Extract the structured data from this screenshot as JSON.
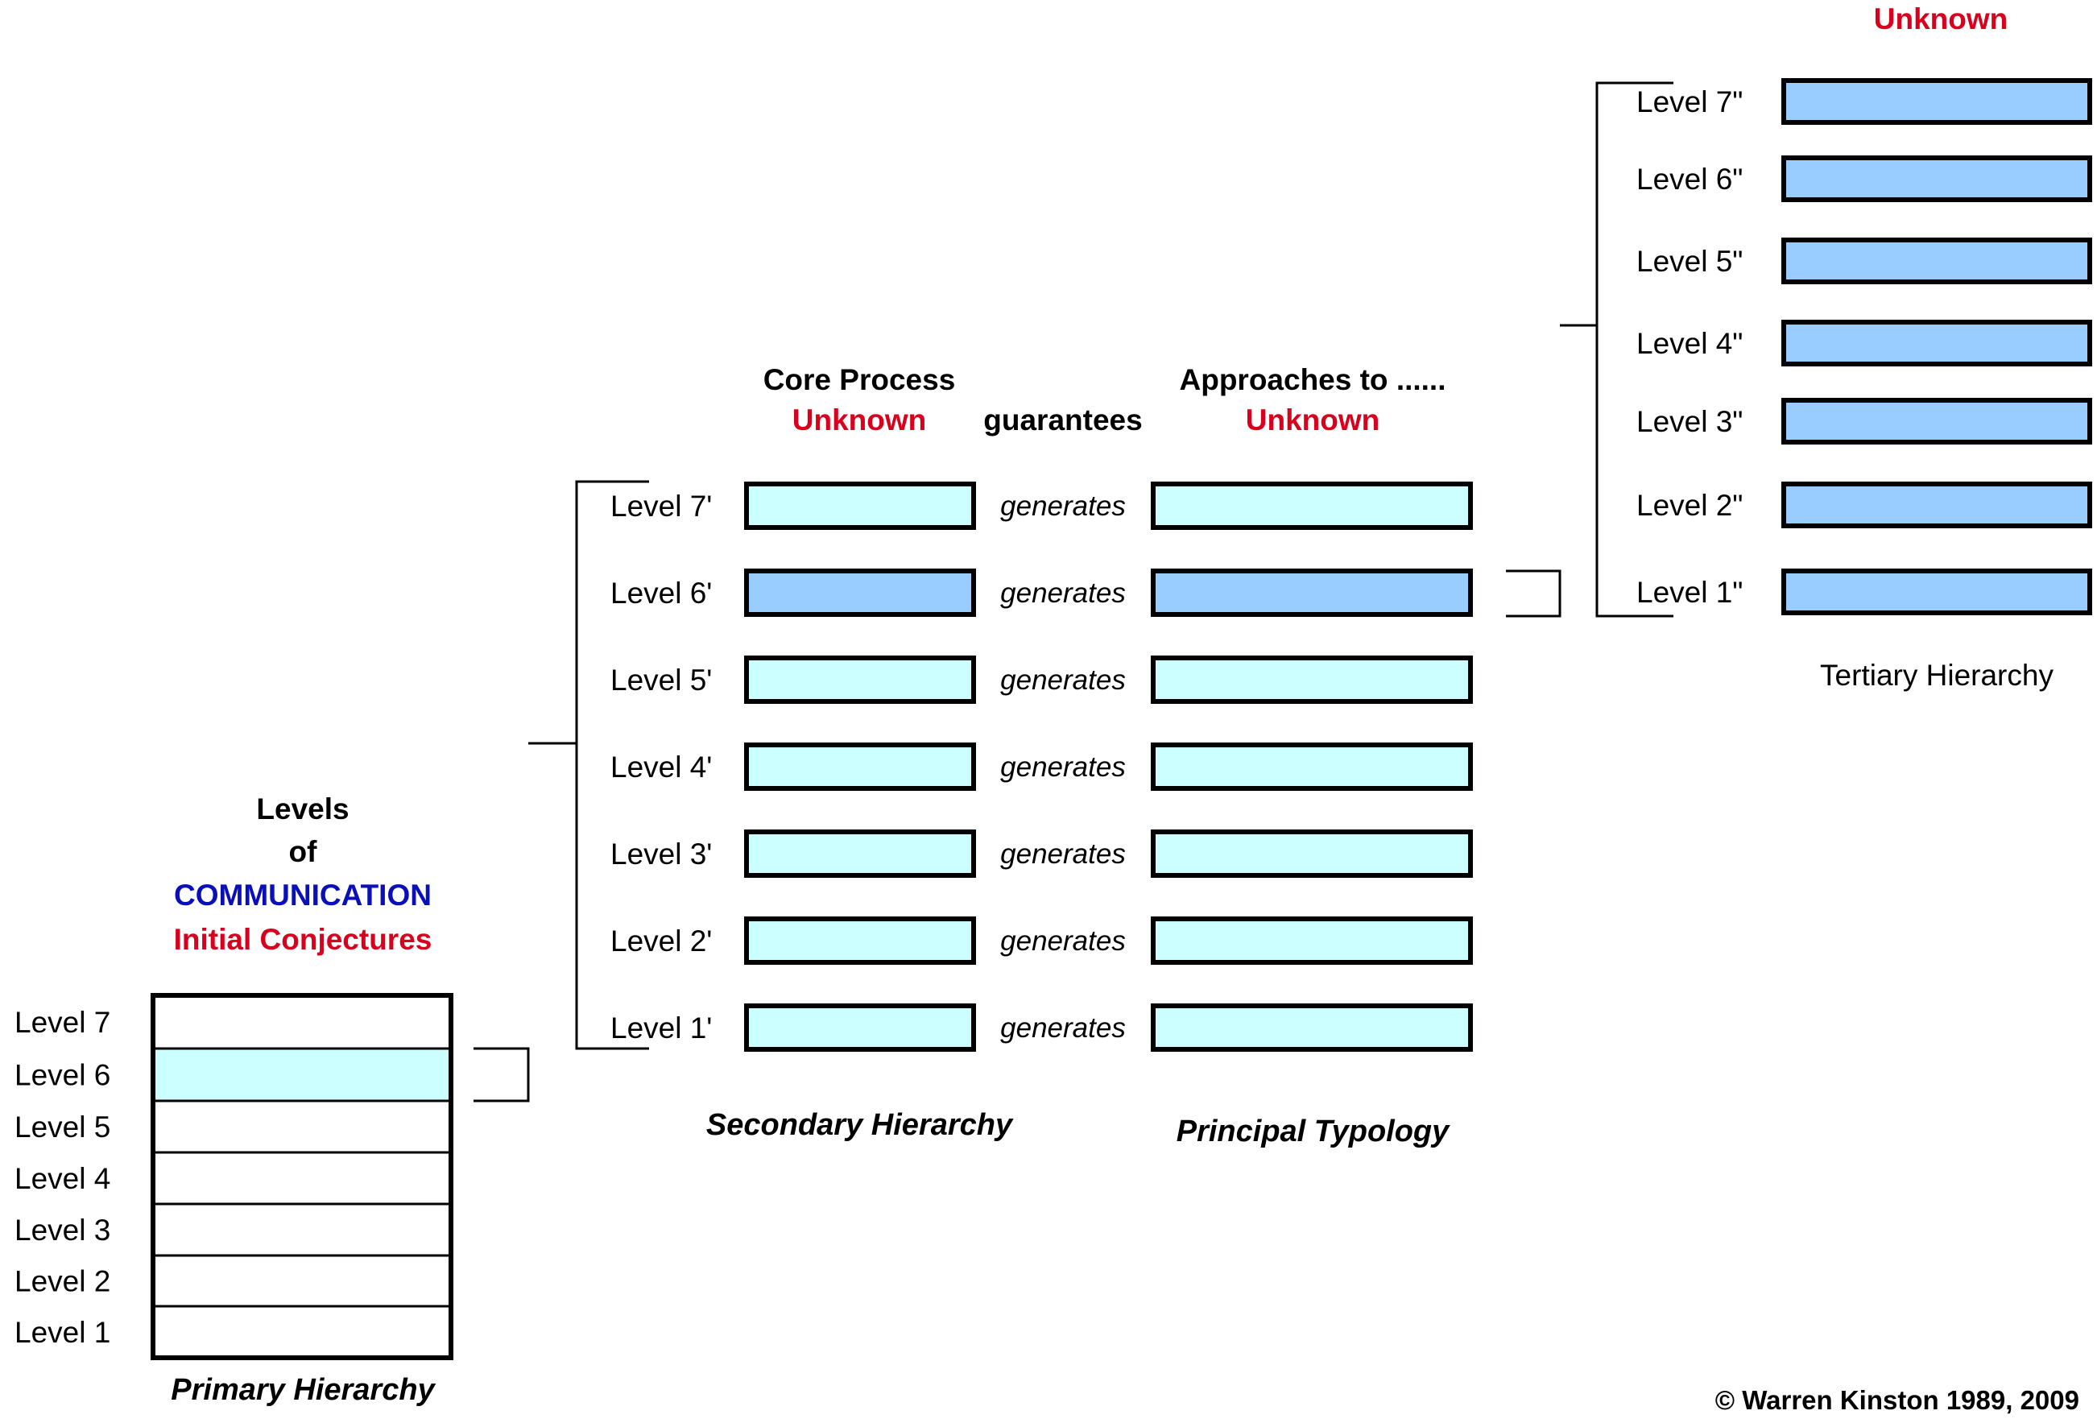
{
  "colors": {
    "light_cyan": "#ccffff",
    "light_blue": "#99ccff",
    "white": "#ffffff",
    "red": "#d8001d",
    "blue": "#0a0fb8"
  },
  "primary": {
    "header": [
      "Levels",
      "of"
    ],
    "communication": "COMMUNICATION",
    "conjectures": "Initial Conjectures",
    "levels": [
      "Level 7",
      "Level 6",
      "Level 5",
      "Level 4",
      "Level 3",
      "Level 2",
      "Level 1"
    ],
    "caption": "Primary Hierarchy",
    "highlighted_level": "Level 6"
  },
  "secondary": {
    "header": "Core Process",
    "header_status": "Unknown",
    "levels": [
      "Level 7'",
      "Level 6'",
      "Level 5'",
      "Level 4'",
      "Level 3'",
      "Level 2'",
      "Level 1'"
    ],
    "caption": "Secondary Hierarchy",
    "highlighted_level": "Level 6'"
  },
  "middle": {
    "header": "guarantees",
    "row_label": "generates"
  },
  "typology": {
    "header": "Approaches to ......",
    "header_status": "Unknown",
    "caption": "Principal Typology"
  },
  "tertiary": {
    "header_status": "Unknown",
    "levels": [
      "Level 7\"",
      "Level 6\"",
      "Level 5\"",
      "Level 4\"",
      "Level 3\"",
      "Level 2\"",
      "Level 1\""
    ],
    "caption": "Tertiary Hierarchy"
  },
  "copyright": "© Warren Kinston 1989, 2009"
}
